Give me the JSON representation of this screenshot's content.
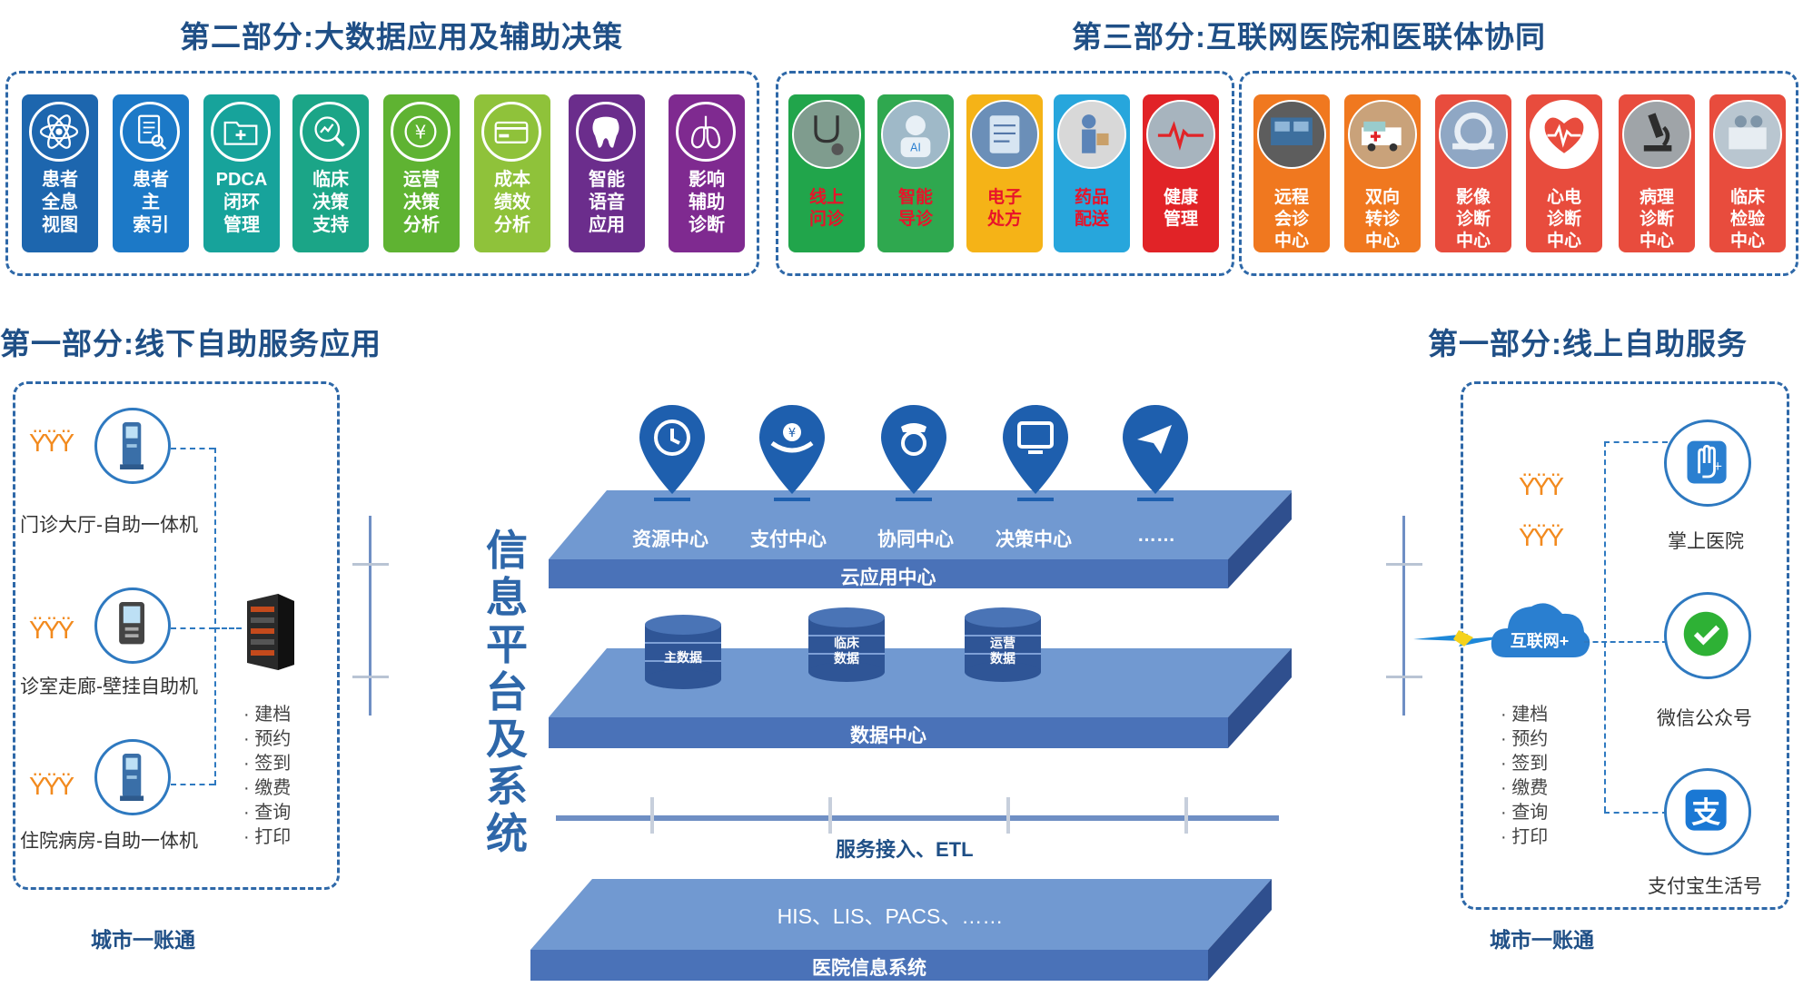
{
  "section2": {
    "title": "第二部分:大数据应用及辅助决策",
    "tiles": [
      {
        "label": "患者\n全息\n视图",
        "color": "#1d66ae",
        "icon": "atom-icon"
      },
      {
        "label": "患者\n主\n索引",
        "color": "#1c79c7",
        "icon": "document-icon"
      },
      {
        "label": "PDCA\n闭环\n管理",
        "color": "#17a39b",
        "icon": "folder-plus-icon"
      },
      {
        "label": "临床\n决策\n支持",
        "color": "#1ba587",
        "icon": "chart-search-icon"
      },
      {
        "label": "运营\n决策\n分析",
        "color": "#5fb332",
        "icon": "yen-icon"
      },
      {
        "label": "成本\n绩效\n分析",
        "color": "#8fc23a",
        "icon": "card-icon"
      },
      {
        "label": "智能\n语音\n应用",
        "color": "#6b2d8c",
        "icon": "tooth-icon"
      },
      {
        "label": "影响\n辅助\n诊断",
        "color": "#7f2a90",
        "icon": "lungs-icon"
      }
    ]
  },
  "section3": {
    "title": "第三部分:互联网医院和医联体协同",
    "tiles_left": [
      {
        "label": "线上\n问诊",
        "color": "#21a54b",
        "icon": "stethoscope-icon",
        "photo": "#7f9c8e"
      },
      {
        "label": "智能\n导诊",
        "color": "#2fa84f",
        "icon": "ai-doctor-icon",
        "photo": "#9fb9c8"
      },
      {
        "label": "电子\n处方",
        "color": "#f5b317",
        "icon": "prescription-icon",
        "photo": "#6b8fb8"
      },
      {
        "label": "药品\n配送",
        "color": "#27a6dc",
        "icon": "delivery-icon",
        "photo": "#d8d8d8"
      },
      {
        "label": "健康\n管理",
        "color": "#e12327",
        "icon": "heartbeat-icon",
        "photo": "#a7b4be"
      }
    ],
    "tiles_right": [
      {
        "label": "远程\n会诊\n中心",
        "color": "#f0781f",
        "icon": "video-meeting-icon",
        "photo": "#5d5d5d"
      },
      {
        "label": "双向\n转诊\n中心",
        "color": "#f0781f",
        "icon": "ambulance-icon",
        "photo": "#c9a27a"
      },
      {
        "label": "影像\n诊断\n中心",
        "color": "#e84c3d",
        "icon": "ct-scanner-icon",
        "photo": "#8fa7c4"
      },
      {
        "label": "心电\n诊断\n中心",
        "color": "#e84c3d",
        "icon": "heart-ecg-icon",
        "photo": "#ffffff"
      },
      {
        "label": "病理\n诊断\n中心",
        "color": "#e84c3d",
        "icon": "microscope-icon",
        "photo": "#9fa4a8"
      },
      {
        "label": "临床\n检验\n中心",
        "color": "#e84c3d",
        "icon": "lab-icon",
        "photo": "#b9c6d0"
      }
    ]
  },
  "section1_offline": {
    "title": "第一部分:线下自助服务应用",
    "kiosks": [
      "门诊大厅-自助一体机",
      "诊室走廊-壁挂自助机",
      "住院病房-自助一体机"
    ],
    "services": [
      "· 建档",
      "· 预约",
      "· 签到",
      "· 缴费",
      "· 查询",
      "· 打印"
    ],
    "footer": "城市一账通"
  },
  "section1_online": {
    "title": "第一部分:线上自助服务",
    "cloud_label": "互联网+",
    "services": [
      "· 建档",
      "· 预约",
      "· 签到",
      "· 缴费",
      "· 查询",
      "· 打印"
    ],
    "apps": [
      "掌上医院",
      "微信公众号",
      "支付宝生活号"
    ],
    "footer": "城市一账通"
  },
  "platform": {
    "vertical_title": [
      "信",
      "息",
      "平",
      "台",
      "及",
      "系",
      "统"
    ],
    "cloud_center": {
      "label": "云应用中心",
      "items": [
        "资源中心",
        "支付中心",
        "协同中心",
        "决策中心",
        "……"
      ]
    },
    "data_center": {
      "label": "数据中心",
      "databases": [
        "主数据",
        "临床\n数据",
        "运营\n数据"
      ]
    },
    "service_access": "服务接入、ETL",
    "hospital_system": {
      "label": "医院信息系统",
      "items": "HIS、LIS、PACS、……"
    }
  },
  "colors": {
    "title": "#1f4f86",
    "slab_top": "#6f95cf",
    "slab_front": "#4a72b8",
    "slab_side": "#2f4f8e",
    "accent": "#2e79c0",
    "people": "#f28a1e"
  }
}
